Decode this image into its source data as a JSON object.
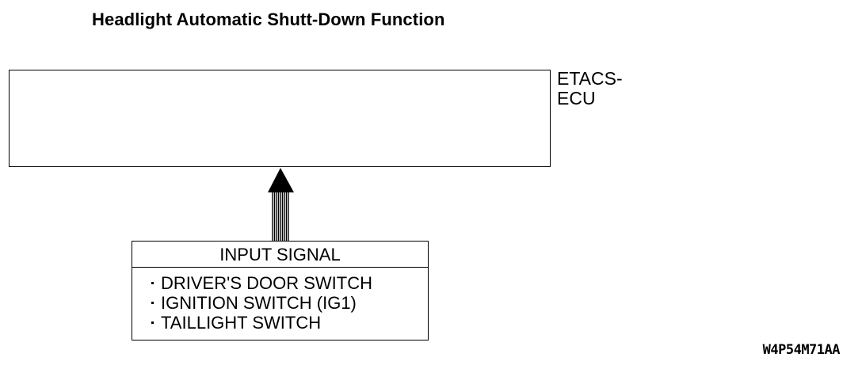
{
  "title": "Headlight Automatic Shutt-Down Function",
  "ecu": {
    "label_lines": [
      "ETACS-",
      "ECU"
    ]
  },
  "input": {
    "header": "INPUT SIGNAL",
    "items": [
      "DRIVER'S DOOR SWITCH",
      "IGNITION SWITCH (IG1)",
      "TAILLIGHT SWITCH"
    ]
  },
  "figure_code": "W4P54M71AA"
}
